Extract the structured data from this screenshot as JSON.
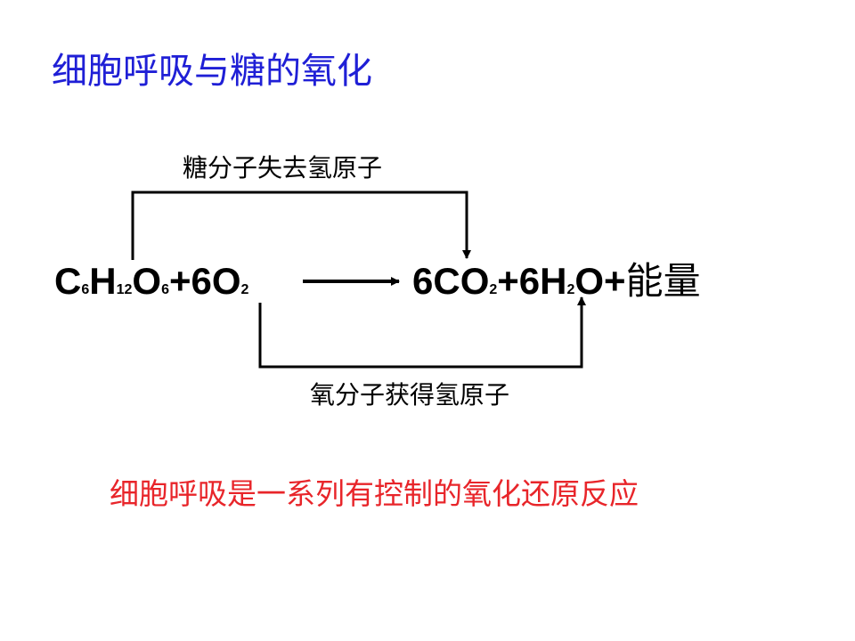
{
  "title": "细胞呼吸与糖的氧化",
  "labels": {
    "top": "糖分子失去氢原子",
    "bottom": "氧分子获得氢原子"
  },
  "equation": {
    "reactants": [
      {
        "text": "C",
        "sub": "6"
      },
      {
        "text": "H",
        "sub": "12"
      },
      {
        "text": "O",
        "sub": "6"
      },
      {
        "text": "+6O",
        "sub": "2"
      }
    ],
    "products": [
      {
        "text": "6CO",
        "sub": "2"
      },
      {
        "text": "+6H",
        "sub": "2"
      },
      {
        "text": "O+",
        "sub": ""
      }
    ],
    "energy": "能量"
  },
  "conclusion": "细胞呼吸是一系列有控制的氧化还原反应",
  "colors": {
    "title": "#1f1fd6",
    "text": "#000000",
    "conclusion": "#e8252a"
  }
}
